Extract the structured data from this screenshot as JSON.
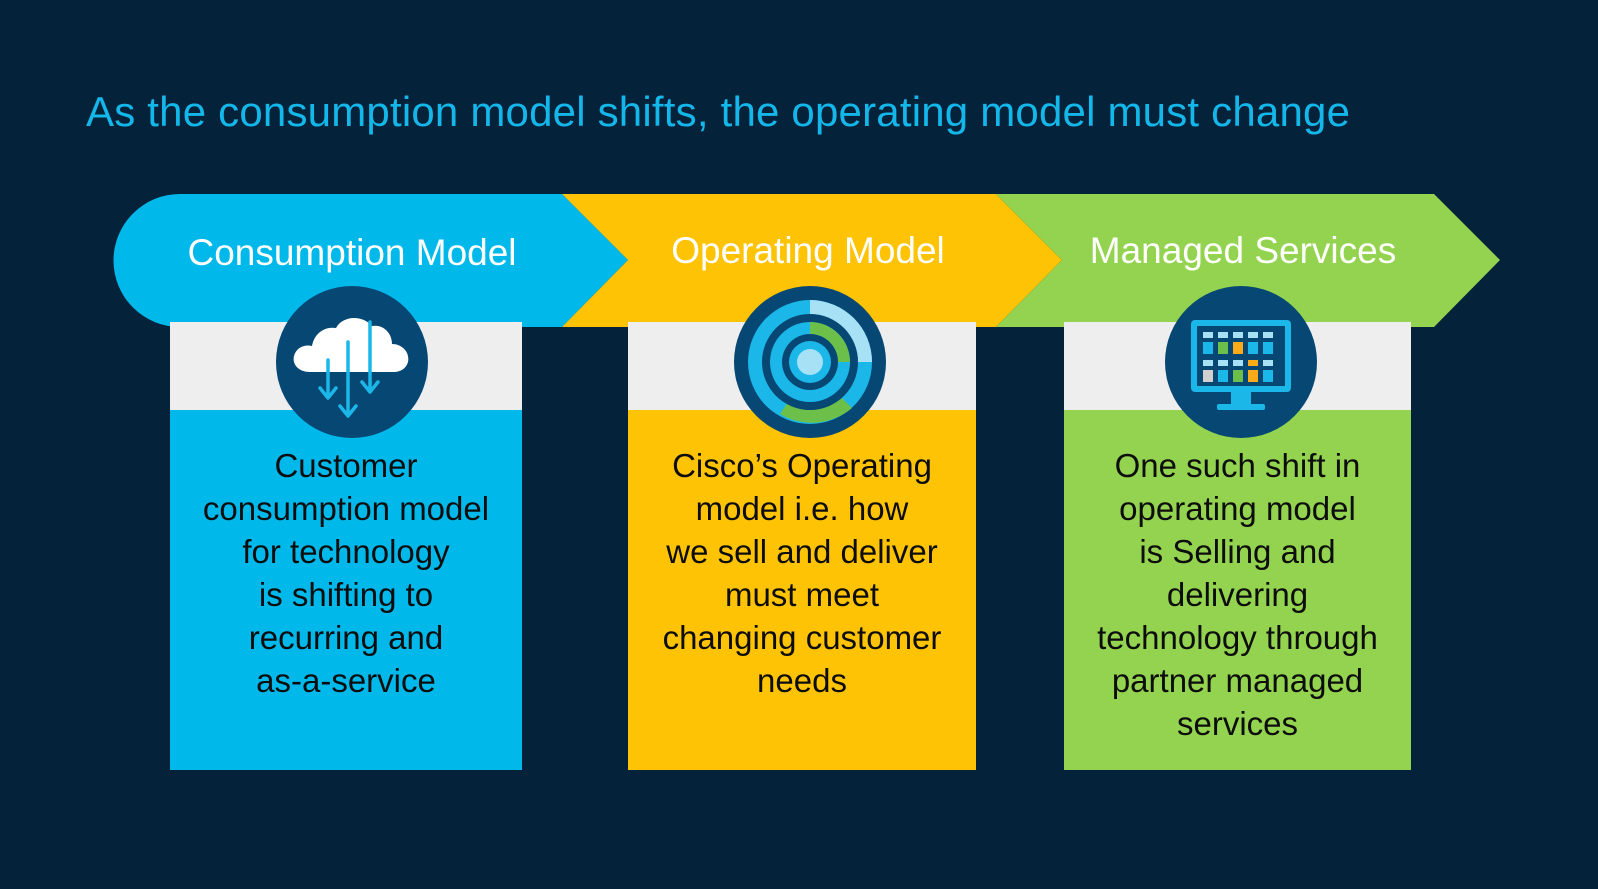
{
  "title": "As the consumption model shifts, the operating model must change",
  "colors": {
    "background": "#04233b",
    "title": "#14b7ea",
    "consumption": "#00b9ea",
    "operating": "#fec304",
    "managed": "#93d34f",
    "card_top": "#eeeeef",
    "icon_bg": "#064773"
  },
  "stages": [
    {
      "label": "Consumption Model",
      "icon": "cloud-download-icon",
      "text": "Customer\nconsumption model\nfor technology\nis shifting to\nrecurring and\nas-a-service"
    },
    {
      "label": "Operating Model",
      "icon": "concentric-target-icon",
      "text": "Cisco’s Operating\nmodel i.e. how\nwe sell and deliver\nmust meet\nchanging customer\nneeds"
    },
    {
      "label": "Managed Services",
      "icon": "monitor-dashboard-icon",
      "text": "One such shift in\noperating model\nis Selling and\ndelivering\ntechnology through\npartner managed\nservices"
    }
  ]
}
